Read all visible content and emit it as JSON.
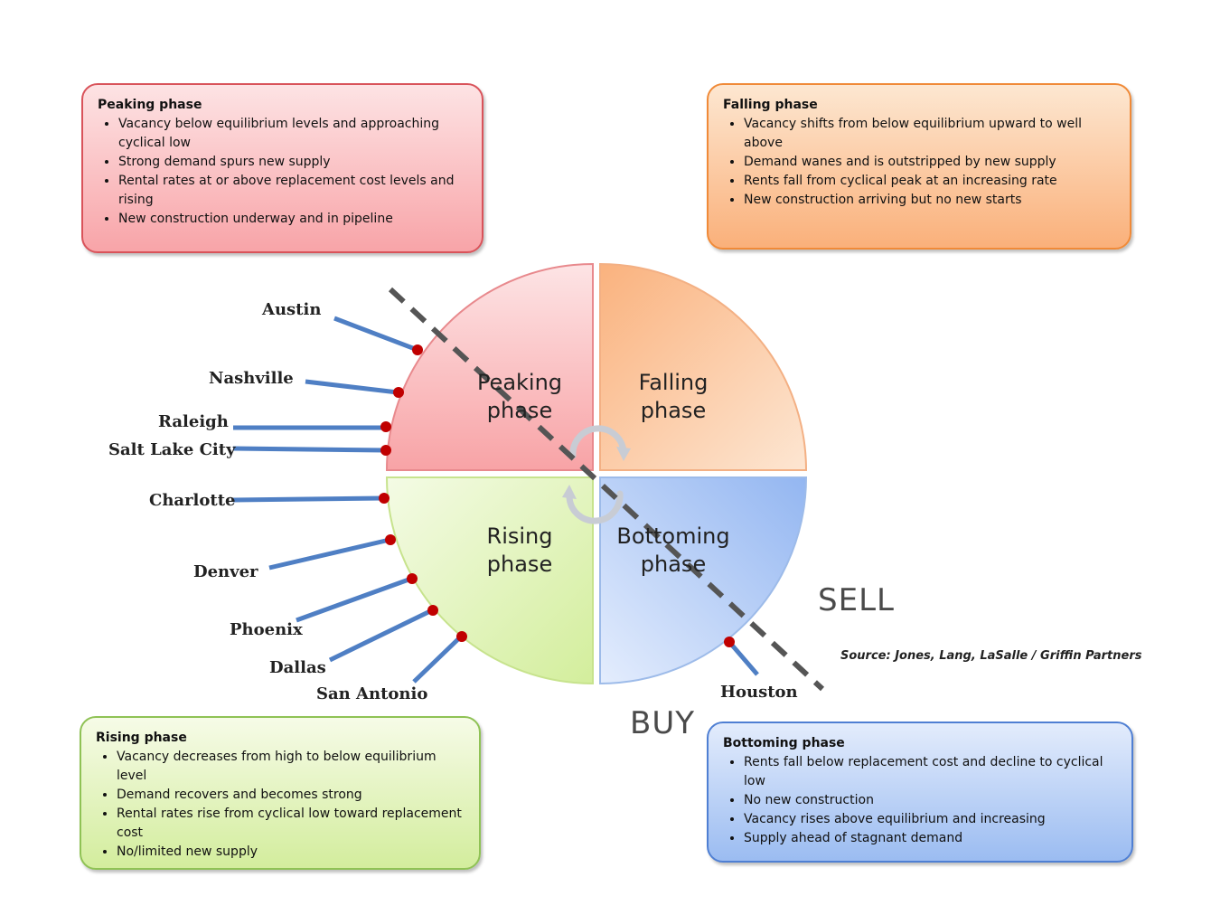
{
  "boxes": {
    "peaking": {
      "title": "Peaking phase",
      "bullets": [
        "Vacancy below equilibrium levels and approaching cyclical low",
        "Strong demand spurs new supply",
        "Rental rates at or above replacement cost levels and rising",
        "New construction underway and in pipeline"
      ]
    },
    "falling": {
      "title": "Falling phase",
      "bullets": [
        "Vacancy shifts from below equilibrium upward to well above",
        "Demand wanes and is outstripped by new supply",
        "Rents fall from cyclical peak at an increasing rate",
        "New construction arriving but no new starts"
      ]
    },
    "rising": {
      "title": "Rising phase",
      "bullets": [
        "Vacancy decreases from high to below equilibrium level",
        "Demand recovers and becomes strong",
        "Rental rates rise from cyclical low toward replacement cost",
        "No/limited new supply"
      ]
    },
    "bottoming": {
      "title": "Bottoming phase",
      "bullets": [
        "Rents fall below replacement cost and decline    to cyclical low",
        "No new construction",
        "Vacancy rises above equilibrium and increasing",
        "Supply ahead of stagnant demand"
      ]
    }
  },
  "quadrants": {
    "peaking": {
      "line1": "Peaking",
      "line2": "phase",
      "color": "#f9a9ab"
    },
    "falling": {
      "line1": "Falling",
      "line2": "phase",
      "color": "#fab786"
    },
    "rising": {
      "line1": "Rising",
      "line2": "phase",
      "color": "#d8f0a6"
    },
    "bottoming": {
      "line1": "Bottoming",
      "line2": "phase",
      "color": "#a2c2f5"
    }
  },
  "cities": {
    "austin": "Austin",
    "nashville": "Nashville",
    "raleigh": "Raleigh",
    "salt_lake_city": "Salt Lake City",
    "charlotte": "Charlotte",
    "denver": "Denver",
    "phoenix": "Phoenix",
    "dallas": "Dallas",
    "san_antonio": "San Antonio",
    "houston": "Houston"
  },
  "labels": {
    "sell": "SELL",
    "buy": "BUY"
  },
  "source": "Source: Jones, Lang, LaSalle / Griffin Partners",
  "colors": {
    "leader_line": "#4f7fc4",
    "marker": "#c00000",
    "dashed_line": "#555555"
  }
}
